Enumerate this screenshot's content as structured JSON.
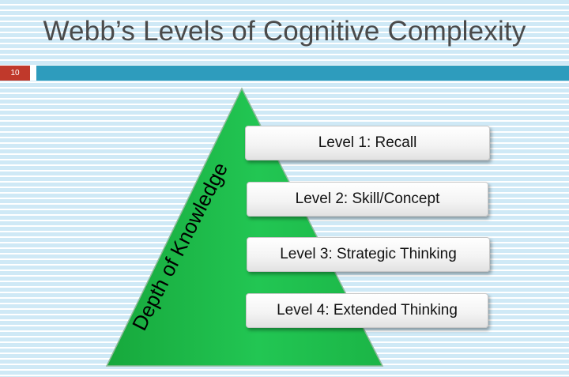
{
  "slide": {
    "title": "Webb’s Levels of Cognitive Complexity",
    "number": "10"
  },
  "diagram": {
    "pyramid_label": "Depth of Knowledge",
    "levels": [
      {
        "label": "Level 1: Recall"
      },
      {
        "label": "Level 2: Skill/Concept"
      },
      {
        "label": "Level 3: Strategic Thinking"
      },
      {
        "label": "Level 4: Extended Thinking"
      }
    ]
  },
  "colors": {
    "pyramid_fill": "#1fbf4a",
    "slide_number_bg": "#c0392b",
    "accent_bar": "#2e9cbd",
    "title_text": "#4a4a4a"
  }
}
